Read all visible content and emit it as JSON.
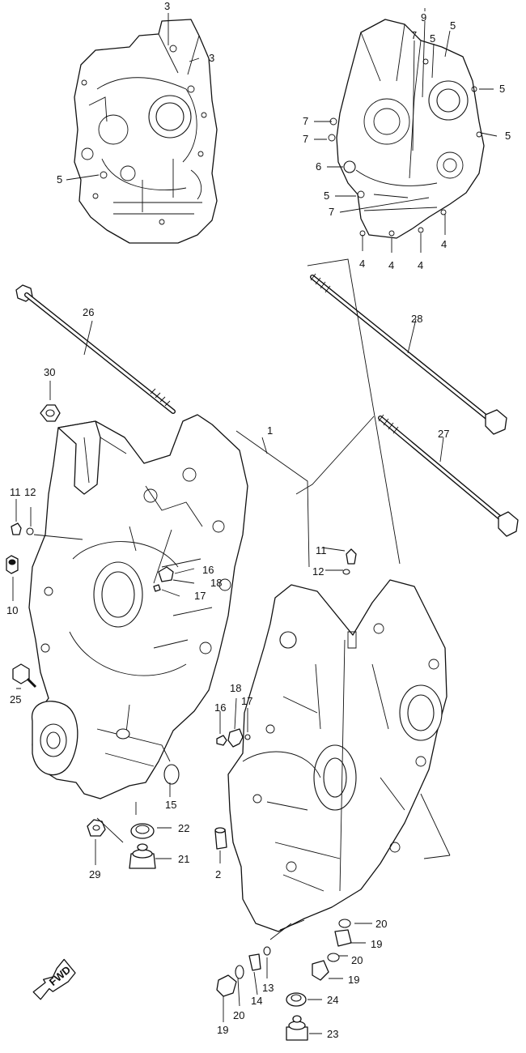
{
  "diagram": {
    "fwd_label": "FWD",
    "callouts": [
      {
        "id": "c-3a",
        "text": "3"
      },
      {
        "id": "c-3b",
        "text": "3"
      },
      {
        "id": "c-5-left",
        "text": "5"
      },
      {
        "id": "c-9",
        "text": "9"
      },
      {
        "id": "c-7-top",
        "text": "7"
      },
      {
        "id": "c-5-top1",
        "text": "5"
      },
      {
        "id": "c-5-top2",
        "text": "5"
      },
      {
        "id": "c-5-right1",
        "text": "5"
      },
      {
        "id": "c-5-right2",
        "text": "5"
      },
      {
        "id": "c-7-left1",
        "text": "7"
      },
      {
        "id": "c-7-left2",
        "text": "7"
      },
      {
        "id": "c-6",
        "text": "6"
      },
      {
        "id": "c-5-mid",
        "text": "5"
      },
      {
        "id": "c-7-bottom",
        "text": "7"
      },
      {
        "id": "c-4-right",
        "text": "4"
      },
      {
        "id": "c-4a",
        "text": "4"
      },
      {
        "id": "c-4b",
        "text": "4"
      },
      {
        "id": "c-4c",
        "text": "4"
      },
      {
        "id": "c-26",
        "text": "26"
      },
      {
        "id": "c-28",
        "text": "28"
      },
      {
        "id": "c-30",
        "text": "30"
      },
      {
        "id": "c-1",
        "text": "1"
      },
      {
        "id": "c-27",
        "text": "27"
      },
      {
        "id": "c-11-left",
        "text": "11"
      },
      {
        "id": "c-12-left",
        "text": "12"
      },
      {
        "id": "c-10",
        "text": "10"
      },
      {
        "id": "c-16-left",
        "text": "16"
      },
      {
        "id": "c-18-left",
        "text": "18"
      },
      {
        "id": "c-17-left",
        "text": "17"
      },
      {
        "id": "c-11-right",
        "text": "11"
      },
      {
        "id": "c-12-right",
        "text": "12"
      },
      {
        "id": "c-25",
        "text": "25"
      },
      {
        "id": "c-18-right",
        "text": "18"
      },
      {
        "id": "c-16-right",
        "text": "16"
      },
      {
        "id": "c-17-right",
        "text": "17"
      },
      {
        "id": "c-15",
        "text": "15"
      },
      {
        "id": "c-22",
        "text": "22"
      },
      {
        "id": "c-21",
        "text": "21"
      },
      {
        "id": "c-29",
        "text": "29"
      },
      {
        "id": "c-2",
        "text": "2"
      },
      {
        "id": "c-20a",
        "text": "20"
      },
      {
        "id": "c-19a",
        "text": "19"
      },
      {
        "id": "c-20b",
        "text": "20"
      },
      {
        "id": "c-19b",
        "text": "19"
      },
      {
        "id": "c-13",
        "text": "13"
      },
      {
        "id": "c-14",
        "text": "14"
      },
      {
        "id": "c-20c",
        "text": "20"
      },
      {
        "id": "c-19c",
        "text": "19"
      },
      {
        "id": "c-24",
        "text": "24"
      },
      {
        "id": "c-23",
        "text": "23"
      }
    ]
  }
}
